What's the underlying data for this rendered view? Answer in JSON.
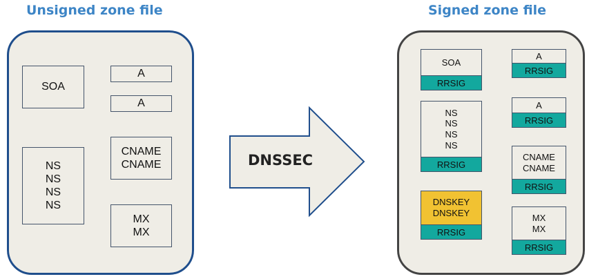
{
  "unsigned": {
    "title": "Unsigned zone file",
    "soa": [
      "SOA"
    ],
    "a1": [
      "A"
    ],
    "a2": [
      "A"
    ],
    "ns": [
      "NS",
      "NS",
      "NS",
      "NS"
    ],
    "cname": [
      "CNAME",
      "CNAME"
    ],
    "mx": [
      "MX",
      "MX"
    ]
  },
  "arrow": {
    "label": "DNSSEC"
  },
  "signed": {
    "title": "Signed zone file",
    "rrsig": "RRSIG",
    "soa": [
      "SOA"
    ],
    "a1": [
      "A"
    ],
    "a2": [
      "A"
    ],
    "ns": [
      "NS",
      "NS",
      "NS",
      "NS"
    ],
    "cname": [
      "CNAME",
      "CNAME"
    ],
    "dnskey": [
      "DNSKEY",
      "DNSKEY"
    ],
    "mx": [
      "MX",
      "MX"
    ]
  },
  "colors": {
    "zone_fill": "#efede6",
    "unsigned_border": "#1f4e8c",
    "signed_border": "#444444",
    "title": "#3d85c6",
    "rrsig": "#13a89e",
    "dnskey": "#f1c232"
  }
}
